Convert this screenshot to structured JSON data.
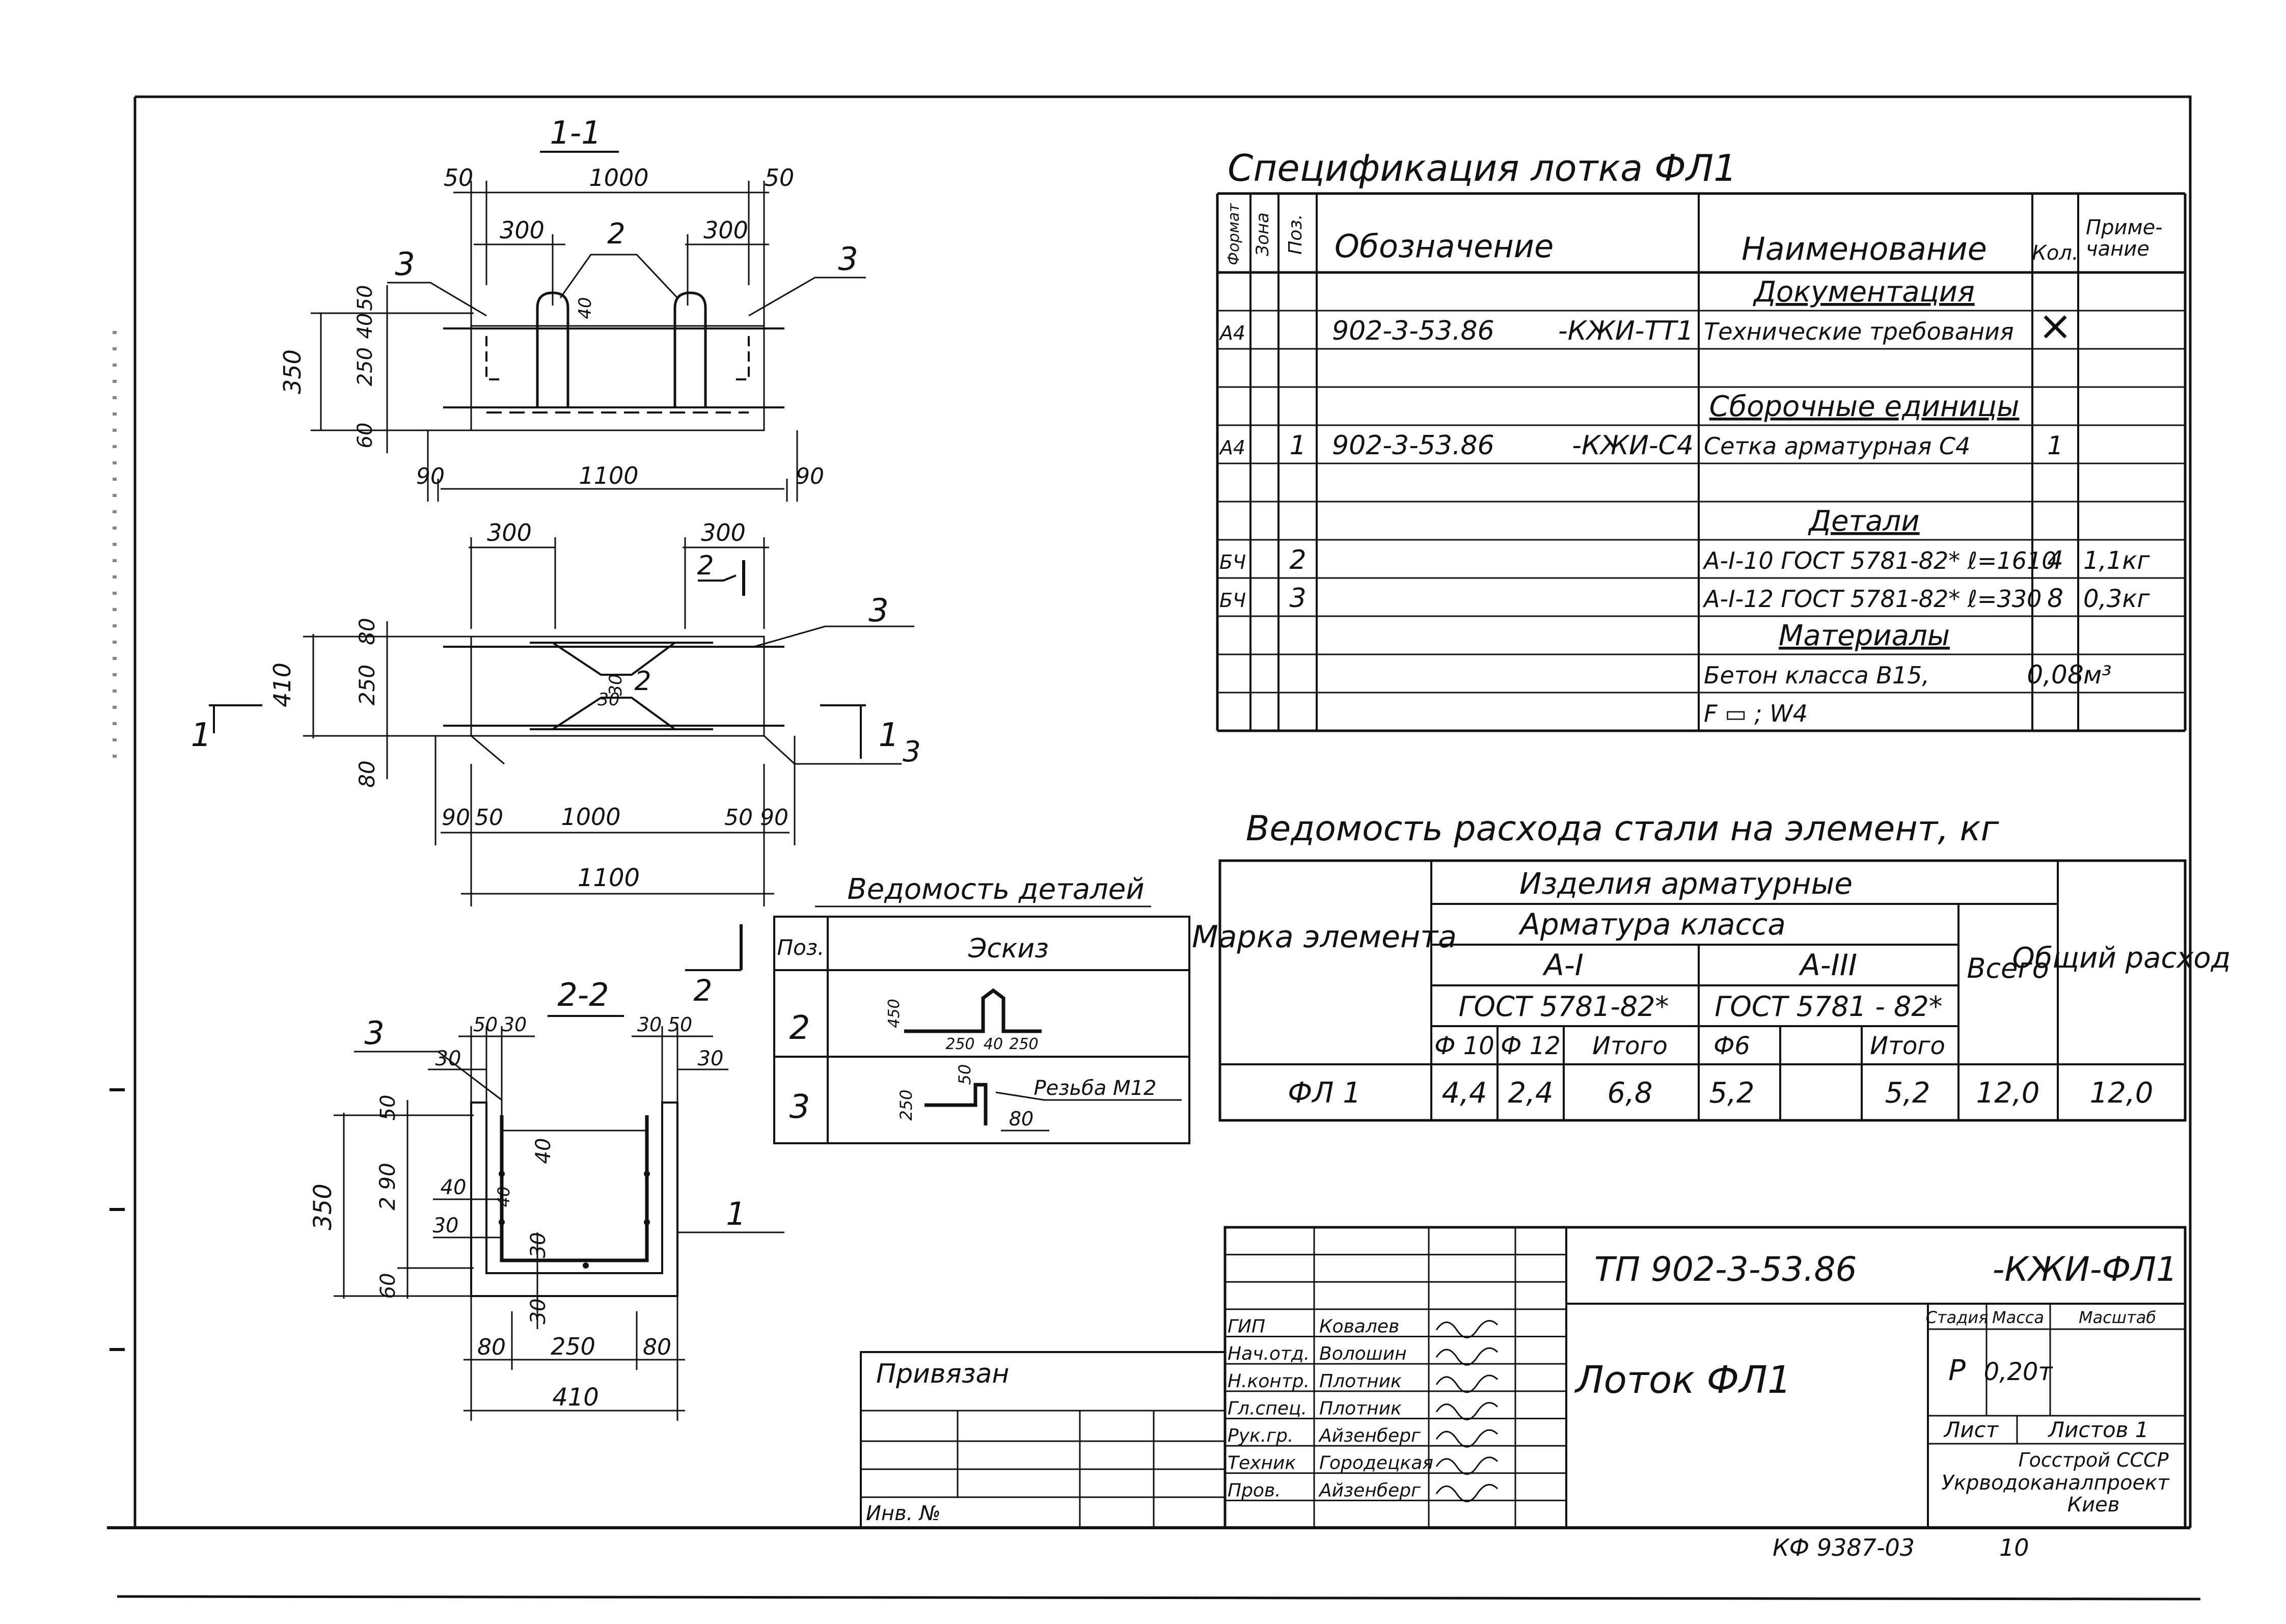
{
  "section_1_1": {
    "title": "1-1",
    "dims": {
      "d50_left": "50",
      "d1000": "1000",
      "d50_right": "50",
      "d300_left": "300",
      "d2": "2",
      "d300_right": "300",
      "call3_left": "3",
      "call3_right": "3",
      "d50_v": "50",
      "d40": "40",
      "d250": "250",
      "d60": "60",
      "d350": "350",
      "d40_inner": "40",
      "d90_left": "90",
      "d1100": "1100",
      "d90_right": "90"
    }
  },
  "plan": {
    "dims": {
      "d300_left": "300",
      "d300_right": "300",
      "mark2": "2",
      "call3": "3",
      "d80_top": "80",
      "d250": "250",
      "d410": "410",
      "d80_bottom": "80",
      "d30a": "30",
      "d30b": "30",
      "bar2": "2",
      "cut1_left": "1",
      "cut1_right": "1",
      "call3_bottom": "3",
      "d90a": "90",
      "d50a": "50",
      "d1000": "1000",
      "d50b": "50",
      "d90b": "90",
      "d1100": "1100"
    }
  },
  "section_2_2": {
    "title": "2-2",
    "dims": {
      "cut2": "2",
      "call3": "3",
      "d50": "50",
      "d30a": "30",
      "d30b": "30",
      "d50b": "50",
      "d30_left": "30",
      "d30_right": "30",
      "d50_v": "50",
      "d290": "2 90",
      "d350": "350",
      "d60": "60",
      "d40a": "40",
      "d40b": "40",
      "d40c": "40",
      "d30c": "30",
      "d30d": "30",
      "d30e": "30",
      "call1": "1",
      "d80a": "80",
      "d250": "250",
      "d80b": "80",
      "d410": "410"
    }
  },
  "details": {
    "title": "Ведомость деталей",
    "header": {
      "pos": "Поз.",
      "sketch": "Эскиз"
    },
    "rows": [
      {
        "pos": "2",
        "dims": [
          "450",
          "250",
          "40",
          "250"
        ]
      },
      {
        "pos": "3",
        "dims": [
          "250",
          "50",
          "80"
        ],
        "note": "Резьба М12"
      }
    ]
  },
  "spec": {
    "title": "Спецификация лотка ФЛ1",
    "headers": {
      "format": "Формат",
      "zone": "Зона",
      "pos": "Поз.",
      "designation": "Обозначение",
      "name": "Наименование",
      "qty": "Кол.",
      "note": "Приме-\nчание"
    },
    "rows": [
      {
        "format": "",
        "pos": "",
        "designation": "",
        "suffix": "",
        "name": "Документация",
        "qty": "",
        "note": "",
        "kind": "section"
      },
      {
        "format": "А4",
        "pos": "",
        "designation": "902-3-53.86",
        "suffix": "-КЖИ-ТТ1",
        "name": "Технические требования",
        "qty": "×",
        "note": ""
      },
      {
        "format": "",
        "pos": "",
        "designation": "",
        "suffix": "",
        "name": "",
        "qty": "",
        "note": ""
      },
      {
        "format": "",
        "pos": "",
        "designation": "",
        "suffix": "",
        "name": "Сборочные единицы",
        "qty": "",
        "note": "",
        "kind": "section"
      },
      {
        "format": "А4",
        "pos": "1",
        "designation": "902-3-53.86",
        "suffix": "-КЖИ-С4",
        "name": "Сетка арматурная С4",
        "qty": "1",
        "note": ""
      },
      {
        "format": "",
        "pos": "",
        "designation": "",
        "suffix": "",
        "name": "",
        "qty": "",
        "note": ""
      },
      {
        "format": "",
        "pos": "",
        "designation": "",
        "suffix": "",
        "name": "Детали",
        "qty": "",
        "note": "",
        "kind": "section"
      },
      {
        "format": "БЧ",
        "pos": "2",
        "designation": "",
        "suffix": "",
        "name": "А-I-10 ГОСТ 5781-82* ℓ=1610",
        "qty": "4",
        "note": "1,1кг"
      },
      {
        "format": "БЧ",
        "pos": "3",
        "designation": "",
        "suffix": "",
        "name": "А-I-12 ГОСТ 5781-82* ℓ=330",
        "qty": "8",
        "note": "0,3кг"
      },
      {
        "format": "",
        "pos": "",
        "designation": "",
        "suffix": "",
        "name": "Материалы",
        "qty": "",
        "note": "",
        "kind": "section"
      },
      {
        "format": "",
        "pos": "",
        "designation": "",
        "suffix": "",
        "name": "Бетон класса В15,",
        "qty": "0,08",
        "note": "м³"
      },
      {
        "format": "",
        "pos": "",
        "designation": "",
        "suffix": "",
        "name": "F ▭ ; W4",
        "qty": "",
        "note": ""
      }
    ]
  },
  "steel": {
    "title": "Ведомость расхода стали на элемент, кг",
    "headers": {
      "mark": "Марка элемента",
      "products": "Изделия арматурные",
      "rebar": "Арматура класса",
      "a1": "А-I",
      "a3": "А-III",
      "gost1": "ГОСТ 5781-82*",
      "gost3": "ГОСТ 5781 - 82*",
      "total": "Всего",
      "grand": "Общий расход",
      "f10": "Ф 10",
      "f12": "Ф 12",
      "itogo1": "Итого",
      "f6": "Ф6",
      "blank": "",
      "itogo3": "Итого"
    },
    "row": {
      "mark": "ФЛ 1",
      "f10": "4,4",
      "f12": "2,4",
      "itogo1": "6,8",
      "f6": "5,2",
      "blank": "",
      "itogo3": "5,2",
      "total": "12,0",
      "grand": "12,0"
    }
  },
  "title_block": {
    "code": "ТП 902-3-53.86",
    "code_suffix": "-КЖИ-ФЛ1",
    "drawing_name": "Лоток ФЛ1",
    "stage_label": "Стадия",
    "mass_label": "Масса",
    "scale_label": "Масштаб",
    "stage": "Р",
    "mass": "0,20т",
    "scale": "",
    "sheet_label": "Лист",
    "sheets_label": "Листов 1",
    "org1": "Госстрой СССР",
    "org2": "Укрводоканалпроект",
    "org3": "Киев",
    "signatures": [
      {
        "role": "ГИП",
        "name": "Ковалев"
      },
      {
        "role": "Нач.отд.",
        "name": "Волошин"
      },
      {
        "role": "Н.контр.",
        "name": "Плотник"
      },
      {
        "role": "Гл.спец.",
        "name": "Плотник"
      },
      {
        "role": "Рук.гр.",
        "name": "Айзенберг"
      },
      {
        "role": "Техник",
        "name": "Городецкая"
      },
      {
        "role": "Пров.",
        "name": "Айзенберг"
      }
    ]
  },
  "binding": {
    "label": "Привязан",
    "inv": "Инв. №"
  },
  "footer": {
    "code": "КФ 9387-03",
    "page": "10"
  }
}
